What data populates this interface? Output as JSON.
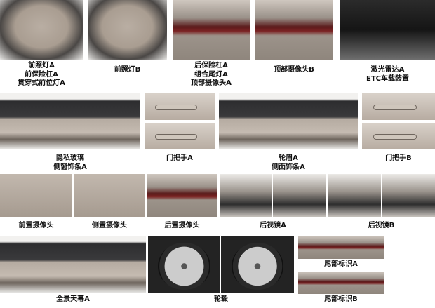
{
  "row1": [
    {
      "lines": [
        "前照灯A",
        "前保险杠A",
        "贯穿式前位灯A"
      ]
    },
    {
      "lines": [
        "前照灯B"
      ]
    },
    {
      "lines": [
        "后保险杠A",
        "组合尾灯A",
        "顶部摄像头A"
      ]
    },
    {
      "lines": [
        "顶部摄像头B"
      ]
    },
    {
      "lines": [
        "激光雷达A",
        "ETC车载装置"
      ]
    }
  ],
  "row2": [
    {
      "lines": [
        "隐私玻璃",
        "侧窗饰条A"
      ]
    },
    {
      "lines": [
        "门把手A"
      ]
    },
    {
      "lines": [
        "轮眉A",
        "侧面饰条A"
      ]
    },
    {
      "lines": [
        "门把手B"
      ]
    }
  ],
  "row3": [
    {
      "lines": [
        "前置摄像头"
      ]
    },
    {
      "lines": [
        "侧置摄像头"
      ]
    },
    {
      "lines": [
        "后置摄像头"
      ]
    },
    {
      "lines": [
        "后视镜A"
      ]
    },
    {
      "lines": [
        "后视镜B"
      ]
    }
  ],
  "row4": [
    {
      "lines": [
        "全景天幕A"
      ]
    },
    {
      "lines": [
        "轮毂"
      ]
    },
    {
      "lines": [
        "尾部标识A"
      ]
    },
    {
      "lines": [
        "尾部标识B"
      ]
    }
  ]
}
